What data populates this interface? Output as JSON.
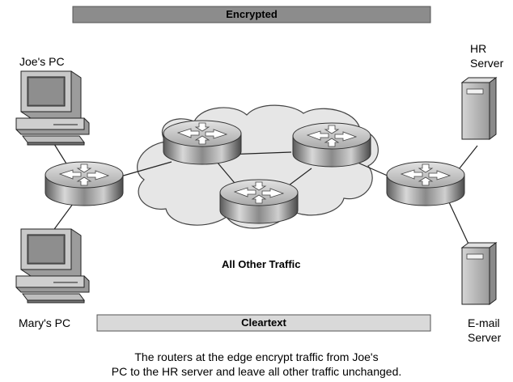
{
  "banner_top": "Encrypted",
  "banner_bottom": "Cleartext",
  "labels": {
    "joes_pc": "Joe's PC",
    "marys_pc": "Mary's PC",
    "hr_server_line1": "HR",
    "hr_server_line2": "Server",
    "email_server_line1": "E-mail",
    "email_server_line2": "Server",
    "cloud": "All Other Traffic"
  },
  "caption": {
    "line1": "The routers at the edge encrypt traffic from Joe's",
    "line2": "PC to the HR server and leave all other traffic unchanged."
  },
  "colors": {
    "encrypted_bar": "#8c8c8c",
    "cleartext_bar": "#d9d9d9",
    "router_body": "#b5b5b5",
    "cloud": "#e6e6e6"
  },
  "icons": [
    "pc-icon",
    "router-icon",
    "server-icon",
    "cloud-icon"
  ]
}
